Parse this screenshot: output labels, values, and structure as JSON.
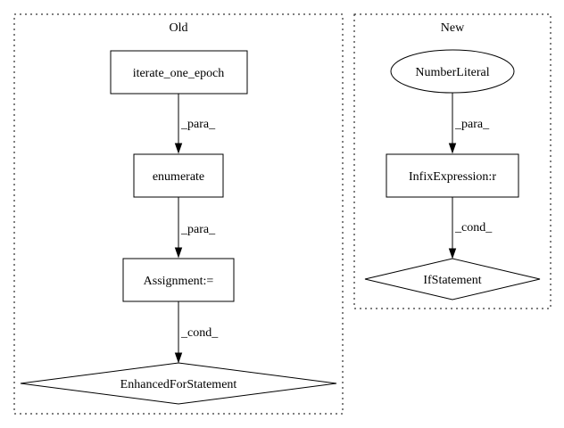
{
  "clusters": {
    "old": {
      "label": "Old"
    },
    "new": {
      "label": "New"
    }
  },
  "nodes": {
    "iterate_one_epoch": {
      "label": "iterate_one_epoch",
      "shape": "box"
    },
    "enumerate": {
      "label": "enumerate",
      "shape": "box"
    },
    "assignment": {
      "label": "Assignment:=",
      "shape": "box"
    },
    "enhanced_for": {
      "label": "EnhancedForStatement",
      "shape": "diamond"
    },
    "number_literal": {
      "label": "NumberLiteral",
      "shape": "ellipse"
    },
    "infix": {
      "label": "InfixExpression:r",
      "shape": "box"
    },
    "if_statement": {
      "label": "IfStatement",
      "shape": "diamond"
    }
  },
  "edges": {
    "e1": {
      "from": "iterate_one_epoch",
      "to": "enumerate",
      "label": "_para_"
    },
    "e2": {
      "from": "enumerate",
      "to": "assignment",
      "label": "_para_"
    },
    "e3": {
      "from": "assignment",
      "to": "enhanced_for",
      "label": "_cond_"
    },
    "e4": {
      "from": "number_literal",
      "to": "infix",
      "label": "_para_"
    },
    "e5": {
      "from": "infix",
      "to": "if_statement",
      "label": "_cond_"
    }
  },
  "colors": {
    "stroke": "#000000",
    "fill": "#ffffff",
    "background": "#ffffff"
  }
}
